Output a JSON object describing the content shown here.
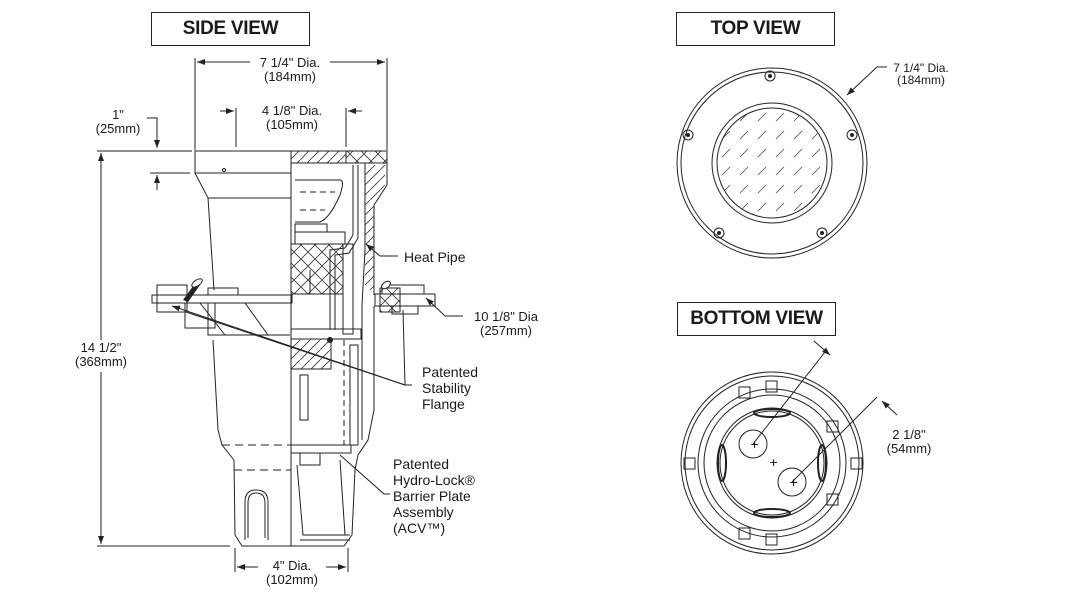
{
  "views": {
    "side": {
      "title": "SIDE VIEW",
      "dims": {
        "outer_dia": {
          "line1": "7 1/4\" Dia.",
          "line2": "(184mm)"
        },
        "inner_dia": {
          "line1": "4 1/8\" Dia.",
          "line2": "(105mm)"
        },
        "top_depth": {
          "line1": "1\"",
          "line2": "(25mm)"
        },
        "height": {
          "line1": "14 1/2\"",
          "line2": "(368mm)"
        },
        "flange_dia": {
          "line1": "10 1/8\" Dia",
          "line2": "(257mm)"
        },
        "outlet_dia": {
          "line1": "4\" Dia.",
          "line2": "(102mm)"
        }
      },
      "callouts": {
        "heat_pipe": "Heat Pipe",
        "stability_flange": [
          "Patented",
          "Stability",
          "Flange"
        ],
        "barrier_plate": [
          "Patented",
          "Hydro-Lock®",
          "Barrier Plate",
          "Assembly",
          "(ACV™)"
        ]
      }
    },
    "top": {
      "title": "TOP VIEW",
      "dims": {
        "outer_dia": {
          "line1": "7 1/4\" Dia.",
          "line2": "(184mm)"
        }
      }
    },
    "bottom": {
      "title": "BOTTOM VIEW",
      "dims": {
        "offset": {
          "line1": "2 1/8\"",
          "line2": "(54mm)"
        }
      }
    }
  }
}
